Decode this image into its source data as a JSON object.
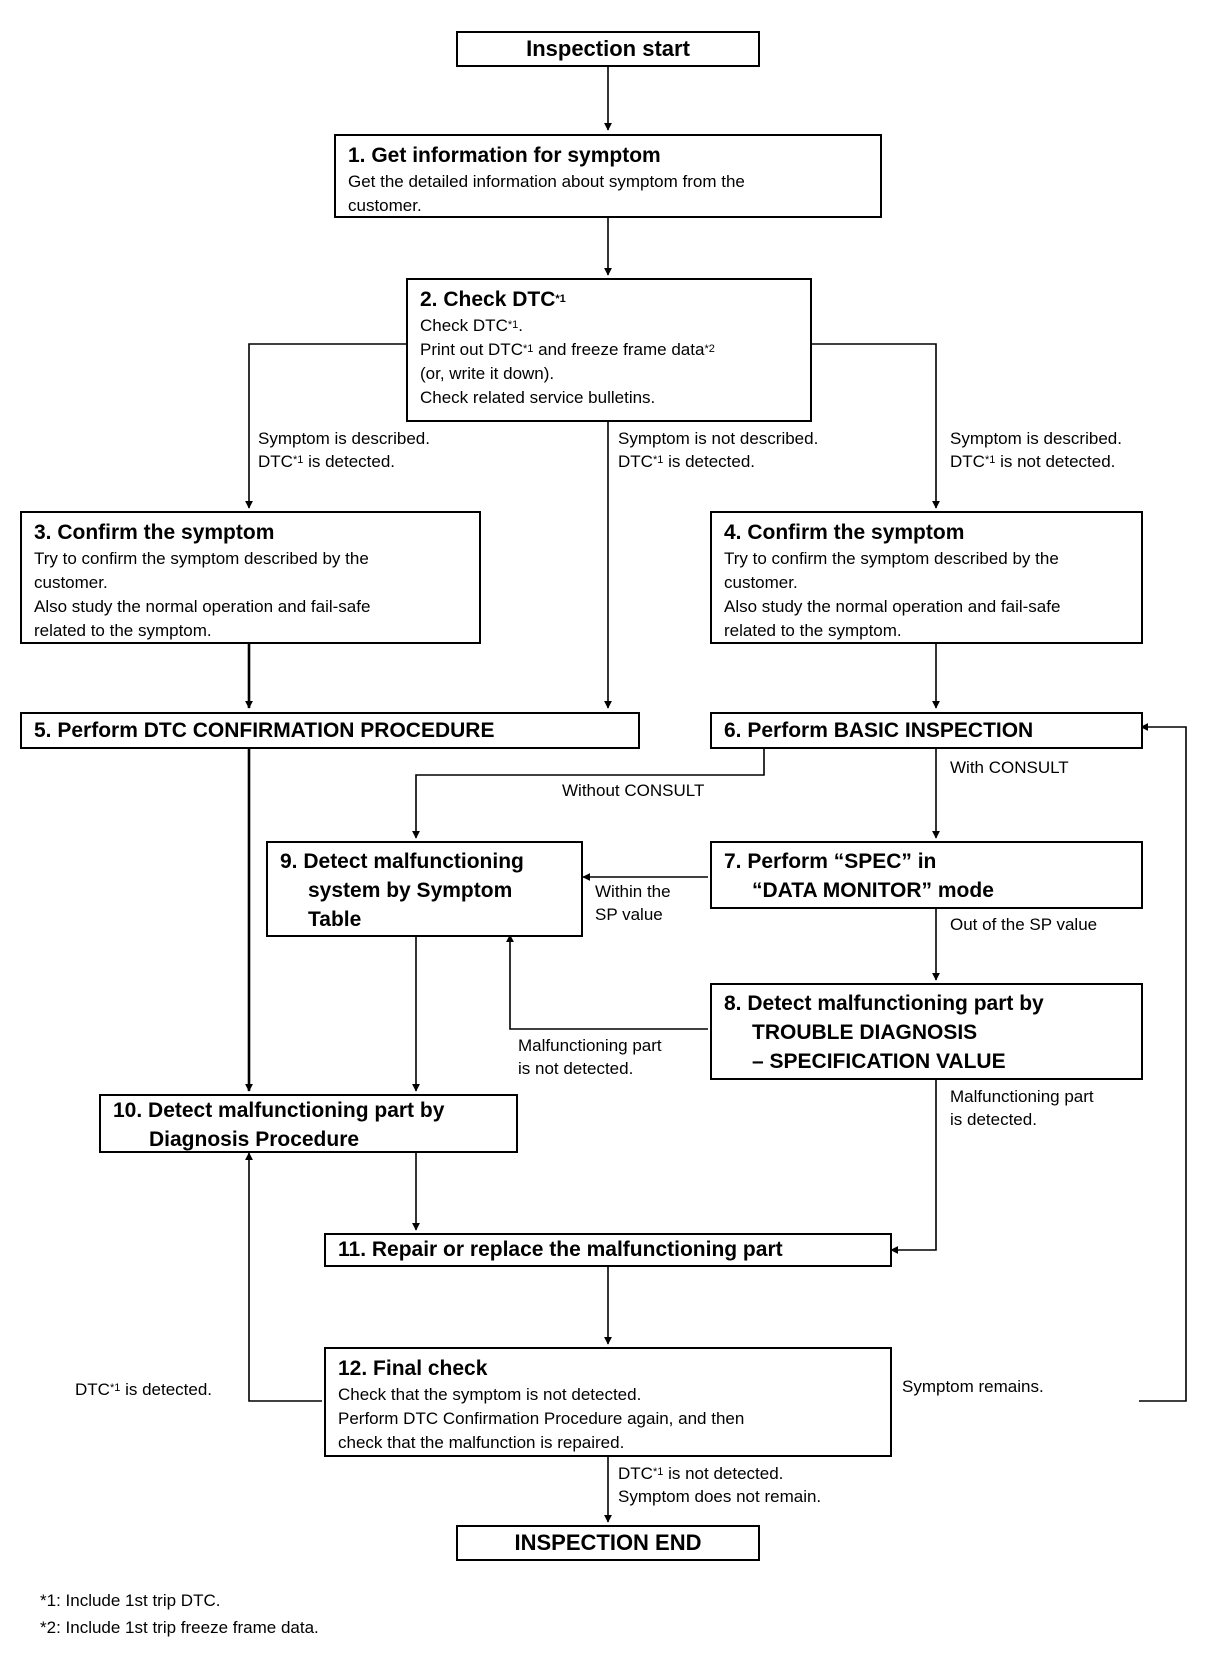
{
  "nodes": {
    "start": {
      "title": "Inspection start"
    },
    "n1": {
      "title": "1. Get information for symptom",
      "lines": [
        "Get the detailed information about symptom from the",
        "customer."
      ]
    },
    "n2": {
      "title": "2. Check DTC",
      "lines": [
        "Check DTC",
        "Print out DTC",
        "(or, write it down).",
        "Check related service bulletins."
      ],
      "line1_suffix": ".",
      "line2_middle": " and freeze frame data"
    },
    "n3": {
      "title": "3. Confirm the symptom",
      "lines": [
        "Try to confirm the symptom described by the",
        "customer.",
        "Also study the normal operation and fail-safe",
        "related to the symptom."
      ]
    },
    "n4": {
      "title": "4. Confirm the symptom",
      "lines": [
        "Try to confirm the symptom described by the",
        "customer.",
        "Also study the normal operation and fail-safe",
        "related to the symptom."
      ]
    },
    "n5": {
      "title": "5. Perform DTC CONFIRMATION PROCEDURE"
    },
    "n6": {
      "title": "6. Perform BASIC INSPECTION"
    },
    "n7": {
      "title_lines": [
        "7. Perform “SPEC” in",
        "“DATA MONITOR” mode"
      ]
    },
    "n8": {
      "title_lines": [
        "8. Detect malfunctioning part by",
        "TROUBLE DIAGNOSIS",
        "– SPECIFICATION VALUE"
      ]
    },
    "n9": {
      "title_lines": [
        "9. Detect malfunctioning",
        "system by Symptom",
        "Table"
      ]
    },
    "n10": {
      "title_lines": [
        "10. Detect malfunctioning part by",
        "Diagnosis Procedure"
      ]
    },
    "n11": {
      "title": "11. Repair or replace the malfunctioning part"
    },
    "n12": {
      "title": "12. Final check",
      "lines": [
        "Check that the symptom is not detected.",
        "Perform DTC Confirmation Procedure again, and then",
        "check that the malfunction is repaired."
      ]
    },
    "end": {
      "title": "INSPECTION END"
    }
  },
  "labels": {
    "left_branch": [
      "Symptom is described.",
      "DTC",
      " is detected."
    ],
    "mid_branch": [
      "Symptom is not described.",
      "DTC",
      " is detected."
    ],
    "right_branch": [
      "Symptom is described.",
      "DTC",
      " is not detected."
    ],
    "without_consult": "Without CONSULT",
    "with_consult": "With CONSULT",
    "within_sp": [
      "Within the",
      "SP value"
    ],
    "out_of_sp": "Out of the SP value",
    "not_detected_part": [
      "Malfunctioning part",
      "is not detected."
    ],
    "detected_part": [
      "Malfunctioning part",
      "is detected."
    ],
    "dtc_detected": [
      "DTC",
      " is detected."
    ],
    "symptom_remains": "Symptom remains.",
    "final_ok": [
      "DTC",
      " is not detected.",
      "Symptom does not remain."
    ]
  },
  "marks": {
    "m1": "*1",
    "m2": "*2"
  },
  "footnotes": [
    "*1: Include 1st trip DTC.",
    "*2: Include 1st trip freeze frame data."
  ]
}
